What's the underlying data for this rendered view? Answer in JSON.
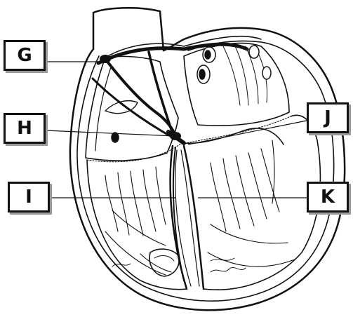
{
  "labels": {
    "g": "G",
    "h": "H",
    "i": "I",
    "j": "J",
    "k": "K"
  },
  "colors": {
    "ink": "#111111",
    "background": "#ffffff",
    "box_shadow": "#9a9a9a"
  }
}
